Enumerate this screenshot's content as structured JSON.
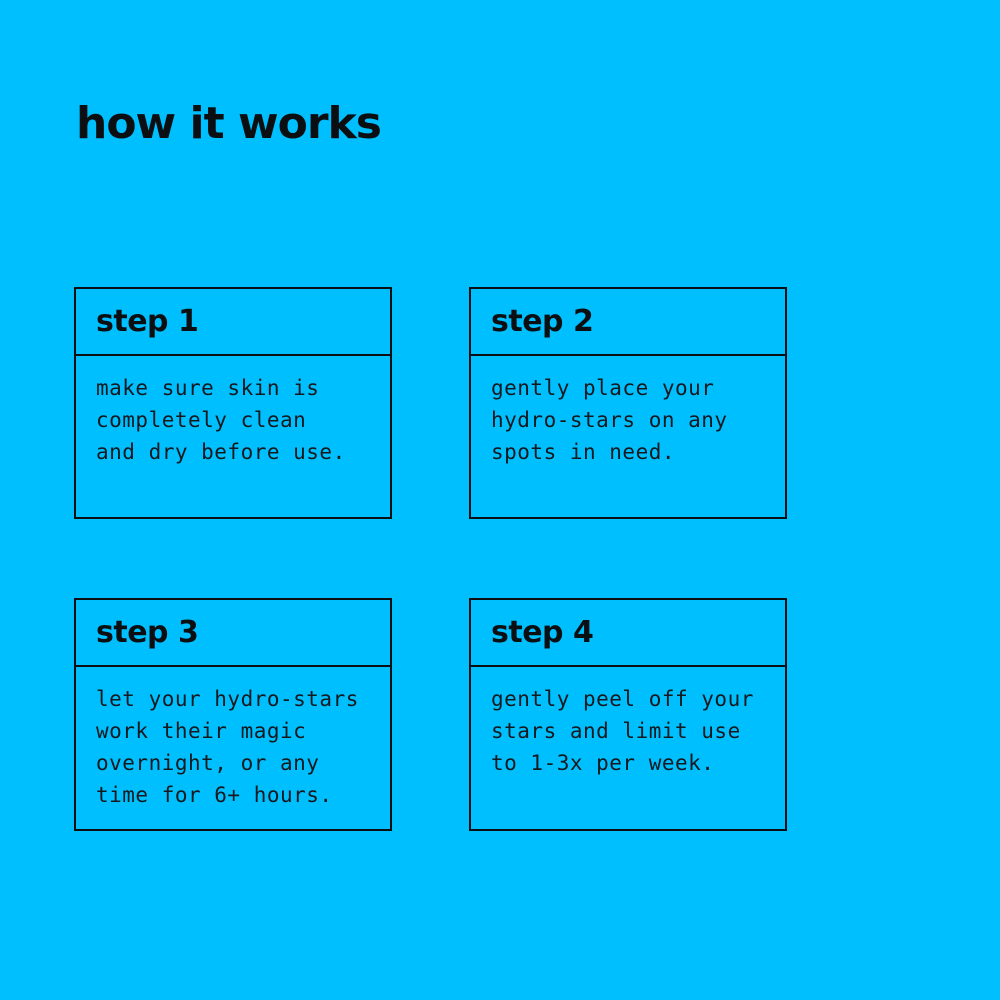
{
  "page": {
    "title": "how it works",
    "background_color": "#00BFFF",
    "text_color": "#0c0f12",
    "border_color": "#0c0f12"
  },
  "steps": [
    {
      "label": "step 1",
      "description": "make sure skin is\ncompletely clean\nand dry before use."
    },
    {
      "label": "step 2",
      "description": "gently place your\nhydro-stars on any\nspots in need."
    },
    {
      "label": "step 3",
      "description": "let your hydro-stars\nwork their magic\novernight, or any\ntime for 6+ hours."
    },
    {
      "label": "step 4",
      "description": "gently peel off your\nstars and limit use\nto 1-3x per week."
    }
  ]
}
